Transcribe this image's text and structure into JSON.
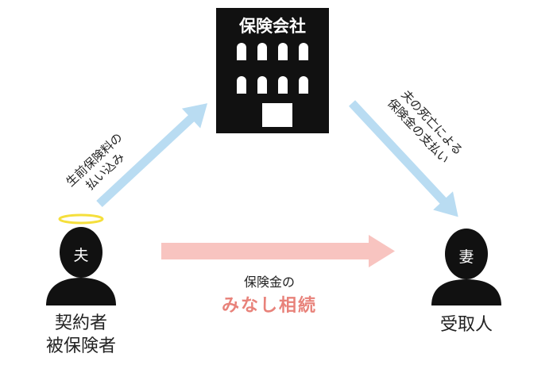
{
  "company": {
    "label": "保険会社"
  },
  "husband": {
    "badge": "夫",
    "role_line1": "契約者",
    "role_line2": "被保険者"
  },
  "wife": {
    "badge": "妻",
    "role": "受取人"
  },
  "premium_arrow": {
    "line1": "生前保険料の",
    "line2": "払い込み"
  },
  "payout_arrow": {
    "line1": "夫の死亡による",
    "line2": "保険金の支払い"
  },
  "deemed_inheritance": {
    "line1": "保険金の",
    "line2": "みなし相続"
  },
  "colors": {
    "building": "#111111",
    "person": "#111111",
    "blue_arrow": "#b9dcf2",
    "pink_arrow": "#f8c4c0",
    "highlight_text": "#e8827a",
    "halo": "#f5df3c",
    "text": "#222222"
  }
}
